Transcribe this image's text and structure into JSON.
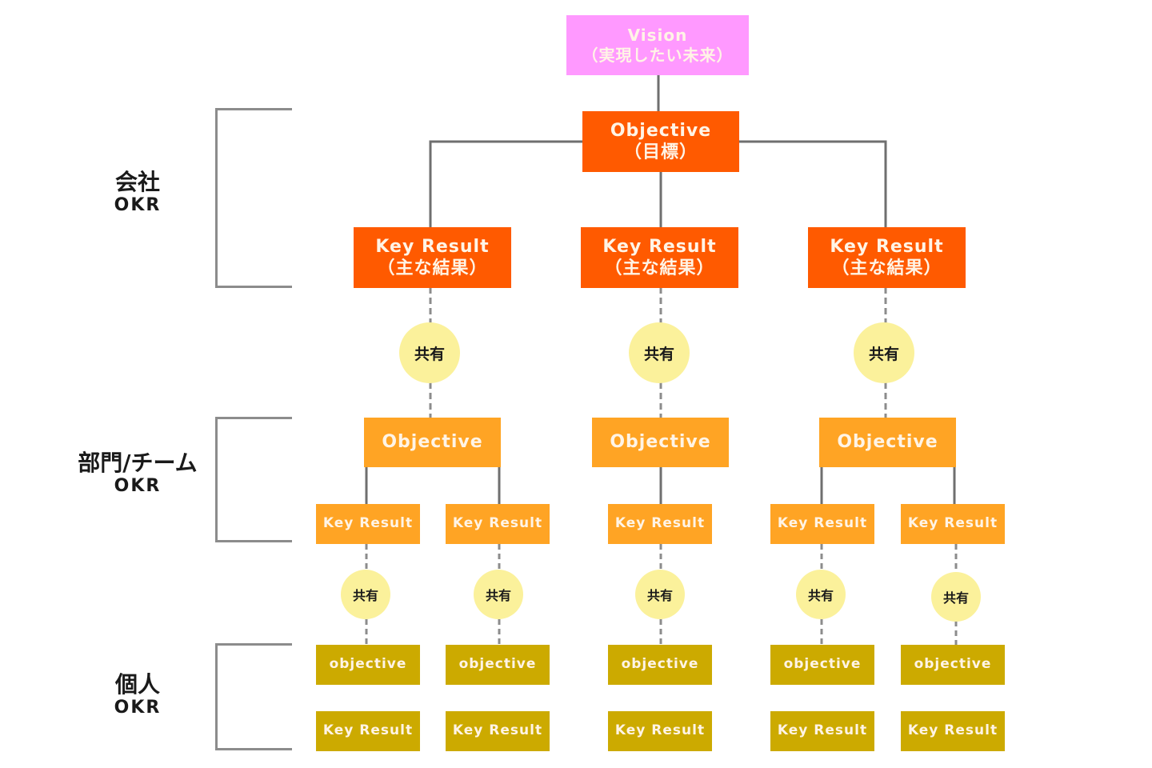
{
  "vision": {
    "title": "Vision",
    "subtitle": "（実現したい未来）"
  },
  "company": {
    "label": {
      "main": "会社",
      "sub": "OKR"
    },
    "objective": {
      "title": "Objective",
      "subtitle": "（目標）"
    },
    "key_results": [
      {
        "title": "Key Result",
        "subtitle": "（主な結果）"
      },
      {
        "title": "Key Result",
        "subtitle": "（主な結果）"
      },
      {
        "title": "Key Result",
        "subtitle": "（主な結果）"
      }
    ]
  },
  "share_label": "共有",
  "department": {
    "label": {
      "main": "部門/チーム",
      "sub": "OKR"
    },
    "groups": [
      {
        "objective": "Objective",
        "key_results": [
          "Key Result",
          "Key Result"
        ]
      },
      {
        "objective": "Objective",
        "key_results": [
          "Key Result"
        ]
      },
      {
        "objective": "Objective",
        "key_results": [
          "Key Result",
          "Key Result"
        ]
      }
    ]
  },
  "individual": {
    "label": {
      "main": "個人",
      "sub": "OKR"
    },
    "items": [
      {
        "objective": "objective",
        "key_result": "Key Result"
      },
      {
        "objective": "objective",
        "key_result": "Key Result"
      },
      {
        "objective": "objective",
        "key_result": "Key Result"
      },
      {
        "objective": "objective",
        "key_result": "Key Result"
      },
      {
        "objective": "objective",
        "key_result": "Key Result"
      }
    ]
  },
  "colors": {
    "vision": "#ff99ff",
    "company": "#ff5a00",
    "department": "#ffa424",
    "individual": "#ccaa00",
    "share": "#fbf19b",
    "connector": "#8c8c8c"
  }
}
